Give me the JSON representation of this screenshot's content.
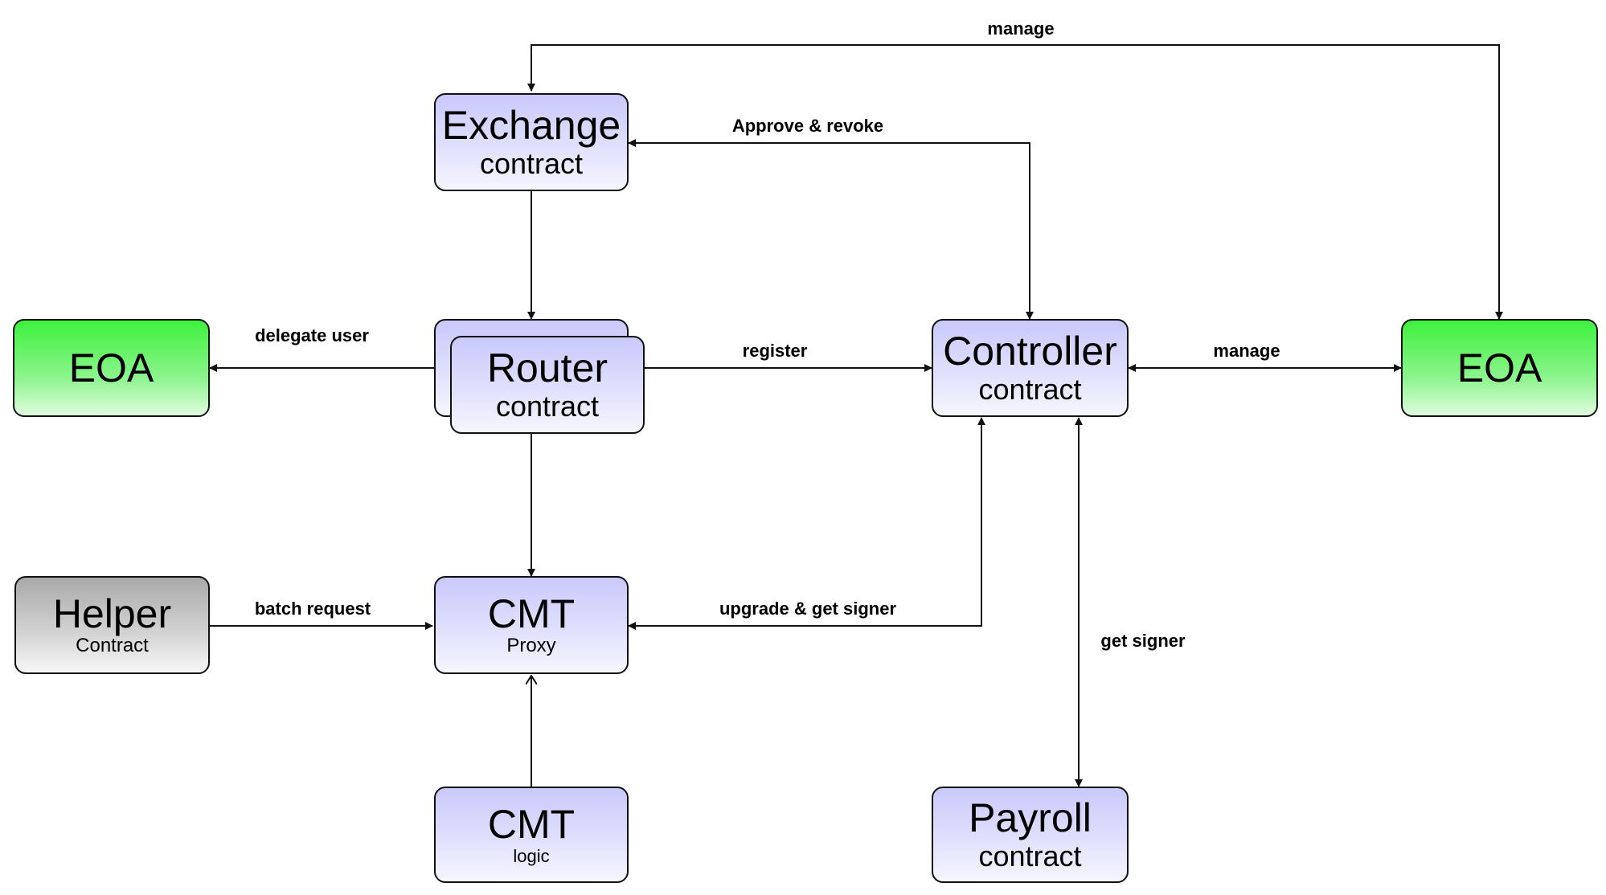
{
  "nodes": {
    "exchange": {
      "title": "Exchange",
      "subtitle": "contract"
    },
    "router": {
      "title": "Router",
      "subtitle": "contract"
    },
    "controller": {
      "title": "Controller",
      "subtitle": "contract"
    },
    "eoa_left": {
      "title": "EOA"
    },
    "eoa_right": {
      "title": "EOA"
    },
    "helper": {
      "title": "Helper",
      "subtitle": "Contract"
    },
    "cmt_proxy": {
      "title": "CMT",
      "subtitle": "Proxy"
    },
    "cmt_logic": {
      "title": "CMT",
      "subtitle": "logic"
    },
    "payroll": {
      "title": "Payroll",
      "subtitle": "contract"
    }
  },
  "edges": {
    "manage_top": "manage",
    "approve_revoke": "Approve & revoke",
    "delegate_user": "delegate user",
    "register": "register",
    "manage_right": "manage",
    "batch_request": "batch request",
    "upgrade_get_signer": "upgrade & get signer",
    "get_signer": "get signer"
  },
  "colors": {
    "contract_fill": "#d8d8fc",
    "eoa_fill": "#44f244",
    "helper_fill": "#bcbcbc",
    "stroke": "#111111"
  }
}
